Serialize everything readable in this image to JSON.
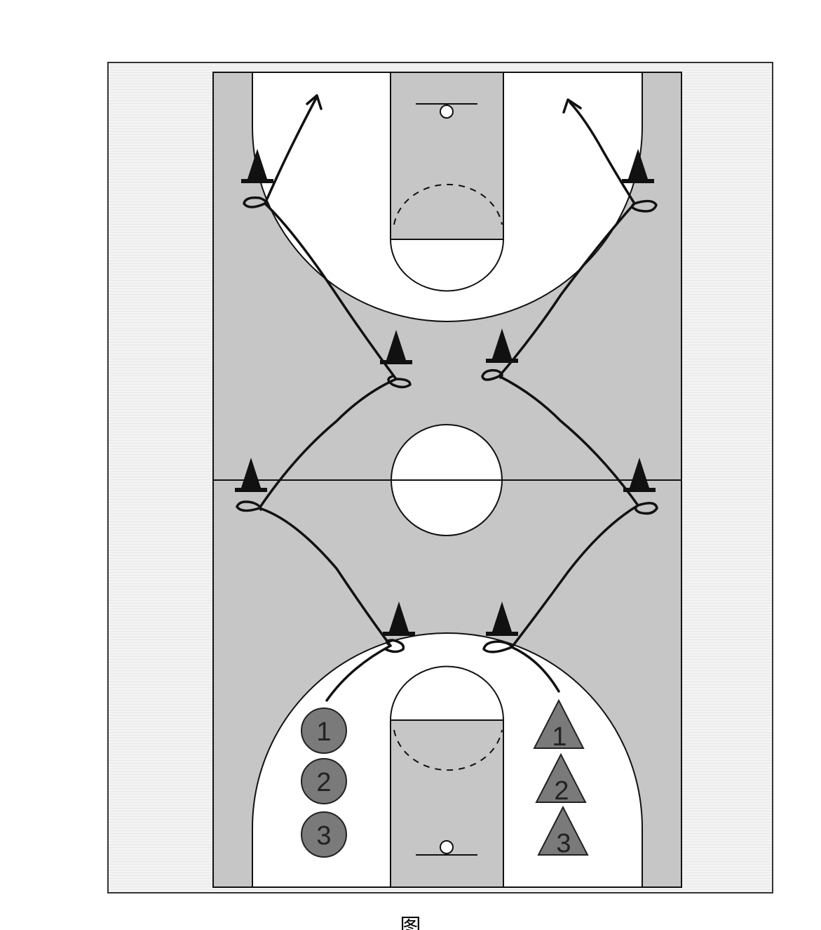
{
  "colors": {
    "frame_bg": "#f2f2f2",
    "court_gray": "#c6c6c6",
    "court_white": "#ffffff",
    "line": "#111111",
    "player_fill": "#7a7a7a",
    "cone": "#111111"
  },
  "players_circle": [
    "1",
    "2",
    "3"
  ],
  "players_triangle": [
    "1",
    "2",
    "3"
  ],
  "caption": "图"
}
